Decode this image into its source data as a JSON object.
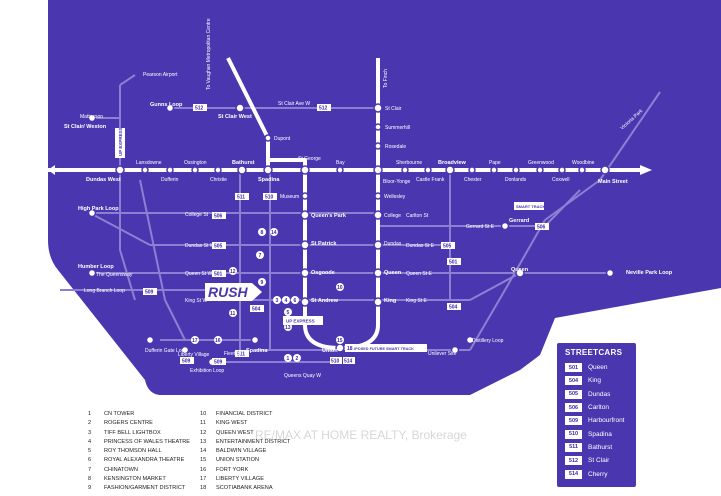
{
  "colors": {
    "background": "#4a37b0",
    "line": "#8d80d3",
    "main_line": "#ffffff",
    "text_dark": "#222222"
  },
  "stations": {
    "dundas_west": "Dundas West",
    "high_park_loop": "High Park Loop",
    "humber_loop": "Humber Loop",
    "the_queensway": "The Queensway",
    "long_branch_loop": "Long Branch Loop",
    "st_clair_weston": "St Clair/ Weston",
    "mattesson": "Mattesson",
    "pearson_airport": "Pearson Airport",
    "gunns_loop": "Gunns Loop",
    "to_vaughan": "To Vaughan Metropolitan Centre",
    "to_finch": "To Finch",
    "st_clair_west": "St Clair West",
    "st_clair": "St Clair",
    "summerhill": "Summerhill",
    "rosedale": "Rosedale",
    "dupont": "Dupont",
    "st_george": "St George",
    "bay": "Bay",
    "spadina": "Spadina",
    "bloor_yonge": "Bloor-Yonge",
    "sherbourne": "Sherbourne",
    "castle_frank": "Castle Frank",
    "broadview": "Broadview",
    "chester": "Chester",
    "pape": "Pape",
    "donlands": "Donlands",
    "greenwood": "Greenwood",
    "coxwell": "Coxwell",
    "woodbine": "Woodbine",
    "main_street": "Main Street",
    "victoria_park": "Victoria Park",
    "lansdowne": "Lansdowne",
    "dufferin": "Dufferin",
    "ossington": "Ossington",
    "christie": "Christie",
    "bathurst": "Bathurst",
    "museum": "Museum",
    "wellesley": "Wellesley",
    "queens_park": "Queen's Park",
    "college": "College",
    "st_patrick": "St Patrick",
    "dundas": "Dundas",
    "osgoode": "Osgoode",
    "queen": "Queen",
    "king": "King",
    "st_andrew": "St Andrew",
    "union": "Union",
    "gerrard": "Gerrard",
    "neville_park_loop": "Neville Park Loop",
    "distillery_loop": "Distillery Loop",
    "unilever_site": "Unilever Site",
    "dufferin_gate_loop": "Dufferin Gate Loop",
    "liberty_village": "Liberty Village",
    "exhibition_loop": "Exhibition Loop",
    "up_express": "UP EXPRESS",
    "smart_track": "SMART TRACK",
    "proposed_smart_track": "PROPOSED FUTURE SMART TRACK",
    "college_st": "College St",
    "dundas_st_w": "Dundas St W",
    "queen_st_w": "Queen St W",
    "king_st_w": "King St W",
    "queens_quay_w": "Queens Quay W",
    "gerrard_st_e": "Gerrard St E",
    "st_clair_ave_w": "St Clair Ave W",
    "carlton_st": "Carlton St",
    "dundas_st_e": "Dundas St E",
    "queen_st_e": "Queen St E",
    "king_st_e": "King St E",
    "fleet_st": "Fleet St"
  },
  "routes_small": [
    "512",
    "512",
    "511",
    "510",
    "506",
    "505",
    "501",
    "504",
    "509",
    "506",
    "505",
    "501",
    "504",
    "509",
    "514",
    "510",
    "511",
    "509"
  ],
  "brand": "RUSH",
  "legend": {
    "title": "STREETCARS",
    "items": [
      {
        "num": "501",
        "name": "Queen"
      },
      {
        "num": "504",
        "name": "King"
      },
      {
        "num": "505",
        "name": "Dundas"
      },
      {
        "num": "506",
        "name": "Carlton"
      },
      {
        "num": "509",
        "name": "Harbourfront"
      },
      {
        "num": "510",
        "name": "Spadina"
      },
      {
        "num": "511",
        "name": "Bathurst"
      },
      {
        "num": "512",
        "name": "St Clair"
      },
      {
        "num": "514",
        "name": "Cherry"
      }
    ]
  },
  "poi_left": [
    {
      "n": "1",
      "name": "CN TOWER"
    },
    {
      "n": "2",
      "name": "ROGERS CENTRE"
    },
    {
      "n": "3",
      "name": "TIFF BELL LIGHTBOX"
    },
    {
      "n": "4",
      "name": "PRINCESS OF WALES THEATRE"
    },
    {
      "n": "5",
      "name": "ROY THOMSON HALL"
    },
    {
      "n": "6",
      "name": "ROYAL ALEXANDRA THEATRE"
    },
    {
      "n": "7",
      "name": "CHINATOWN"
    },
    {
      "n": "8",
      "name": "KENSINGTON MARKET"
    },
    {
      "n": "9",
      "name": "FASHION/GARMENT DISTRICT"
    }
  ],
  "poi_right": [
    {
      "n": "10",
      "name": "FINANCIAL DISTRICT"
    },
    {
      "n": "11",
      "name": "KING WEST"
    },
    {
      "n": "12",
      "name": "QUEEN WEST"
    },
    {
      "n": "13",
      "name": "ENTERTAINMENT DISTRICT"
    },
    {
      "n": "14",
      "name": "BALDWIN VILLAGE"
    },
    {
      "n": "15",
      "name": "UNION STATION"
    },
    {
      "n": "16",
      "name": "FORT YORK"
    },
    {
      "n": "17",
      "name": "LIBERTY VILLAGE"
    },
    {
      "n": "18",
      "name": "SCOTIABANK ARENA"
    }
  ],
  "watermark": "RE/MAX AT HOME REALTY, Brokerage"
}
